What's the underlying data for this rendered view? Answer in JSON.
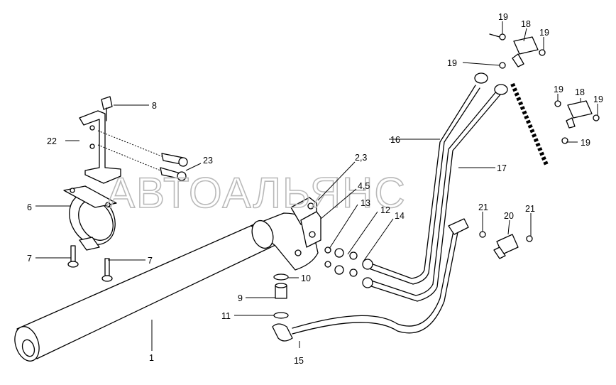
{
  "watermark": "АВТОАЛЬЯНС",
  "callouts": {
    "c1": "1",
    "c6": "6",
    "c7a": "7",
    "c7b": "7",
    "c8": "8",
    "c9": "9",
    "c10": "10",
    "c11": "11",
    "c12": "12",
    "c13": "13",
    "c14": "14",
    "c15": "15",
    "c16": "16",
    "c17": "17",
    "c18a": "18",
    "c18b": "18",
    "c19a": "19",
    "c19b": "19",
    "c19c": "19",
    "c19d": "19",
    "c19e": "19",
    "c19f": "19",
    "c20": "20",
    "c21a": "21",
    "c21b": "21",
    "c22": "22",
    "c23": "23",
    "c23b": "2,3",
    "c45": "4,5"
  }
}
